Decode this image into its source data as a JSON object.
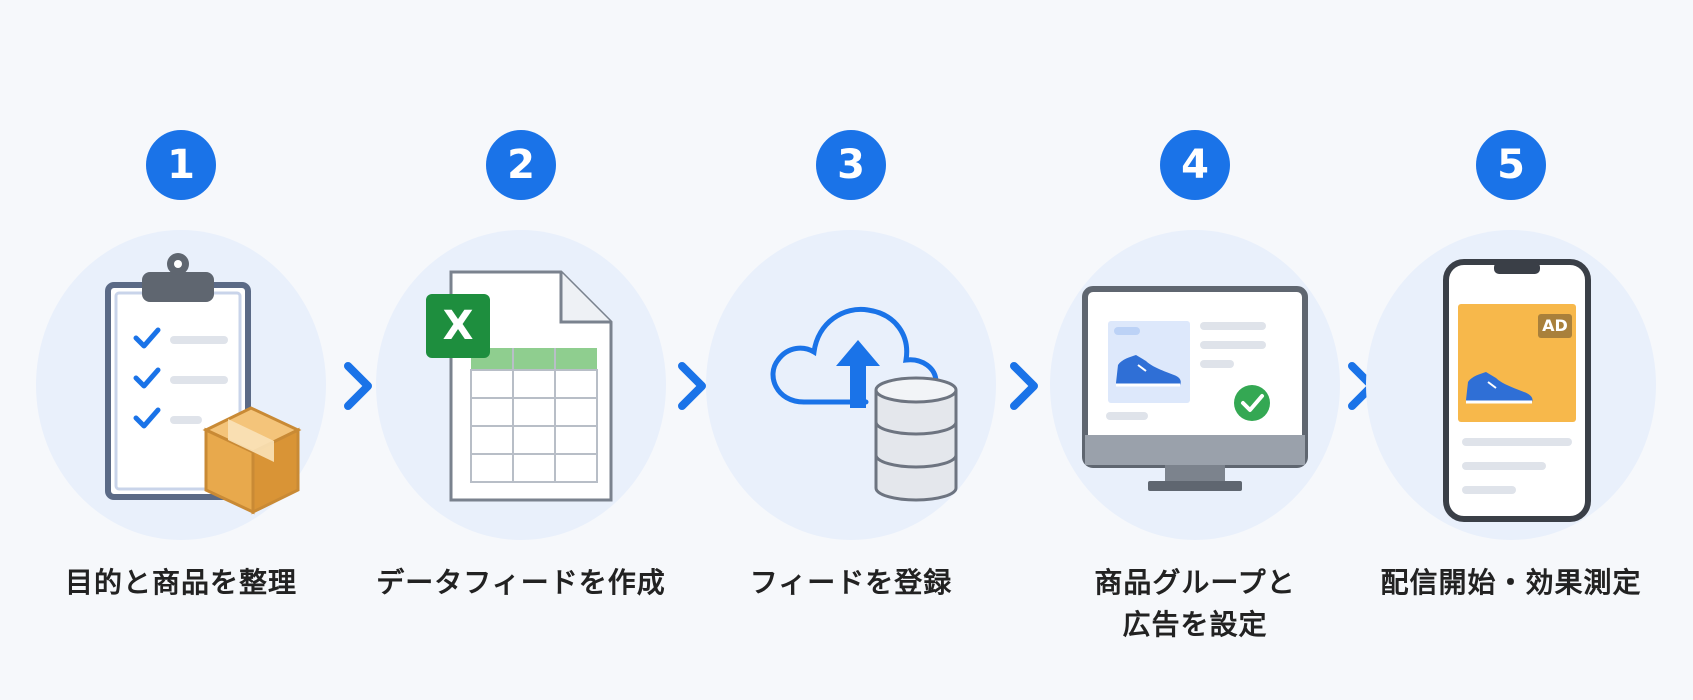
{
  "steps": [
    {
      "number": "1",
      "label_lines": [
        "目的と商品を整理"
      ],
      "icon": "clipboard-checklist-box-icon"
    },
    {
      "number": "2",
      "label_lines": [
        "データフィードを作成"
      ],
      "icon": "excel-spreadsheet-icon",
      "icon_text": "X"
    },
    {
      "number": "3",
      "label_lines": [
        "フィードを登録"
      ],
      "icon": "cloud-upload-database-icon"
    },
    {
      "number": "4",
      "label_lines": [
        "商品グループと",
        "広告を設定"
      ],
      "icon": "monitor-product-check-icon"
    },
    {
      "number": "5",
      "label_lines": [
        "配信開始・効果測定"
      ],
      "icon": "smartphone-ad-icon",
      "icon_text": "AD"
    }
  ],
  "colors": {
    "accent": "#1a73e8",
    "halo": "#e9f0fb",
    "excel_green": "#1e8e3e",
    "box_orange": "#e8a94c",
    "check_green": "#34a853",
    "ad_yellow": "#f7b84b"
  },
  "arrow_icon": "chevron-right-icon"
}
